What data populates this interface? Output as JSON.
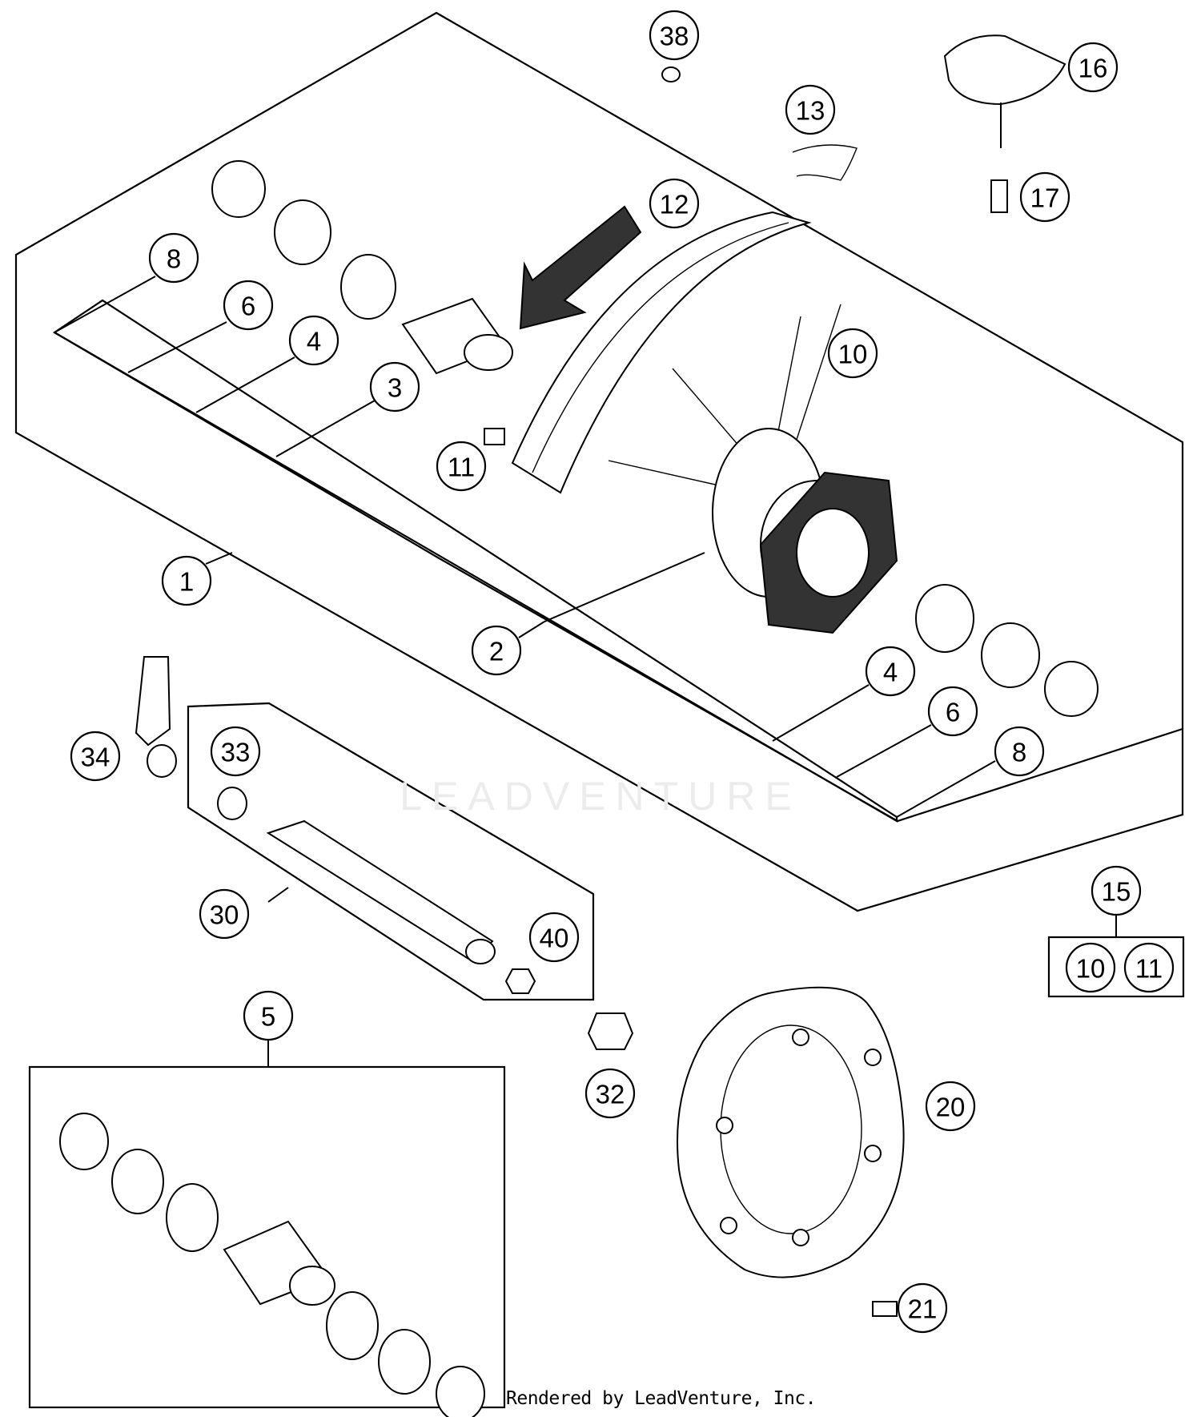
{
  "callouts": [
    {
      "id": "c1",
      "label": "1"
    },
    {
      "id": "c2",
      "label": "2"
    },
    {
      "id": "c3",
      "label": "3"
    },
    {
      "id": "c4a",
      "label": "4"
    },
    {
      "id": "c4b",
      "label": "4"
    },
    {
      "id": "c5",
      "label": "5"
    },
    {
      "id": "c6a",
      "label": "6"
    },
    {
      "id": "c6b",
      "label": "6"
    },
    {
      "id": "c8a",
      "label": "8"
    },
    {
      "id": "c8b",
      "label": "8"
    },
    {
      "id": "c10a",
      "label": "10"
    },
    {
      "id": "c10b",
      "label": "10"
    },
    {
      "id": "c11a",
      "label": "11"
    },
    {
      "id": "c11b",
      "label": "11"
    },
    {
      "id": "c12",
      "label": "12"
    },
    {
      "id": "c13",
      "label": "13"
    },
    {
      "id": "c15",
      "label": "15"
    },
    {
      "id": "c16",
      "label": "16"
    },
    {
      "id": "c17",
      "label": "17"
    },
    {
      "id": "c20",
      "label": "20"
    },
    {
      "id": "c21",
      "label": "21"
    },
    {
      "id": "c30",
      "label": "30"
    },
    {
      "id": "c32",
      "label": "32"
    },
    {
      "id": "c33",
      "label": "33"
    },
    {
      "id": "c34",
      "label": "34"
    },
    {
      "id": "c38",
      "label": "38"
    },
    {
      "id": "c40",
      "label": "40"
    }
  ],
  "watermark": "LEADVENTURE",
  "credit": "Rendered by LeadVenture, Inc."
}
